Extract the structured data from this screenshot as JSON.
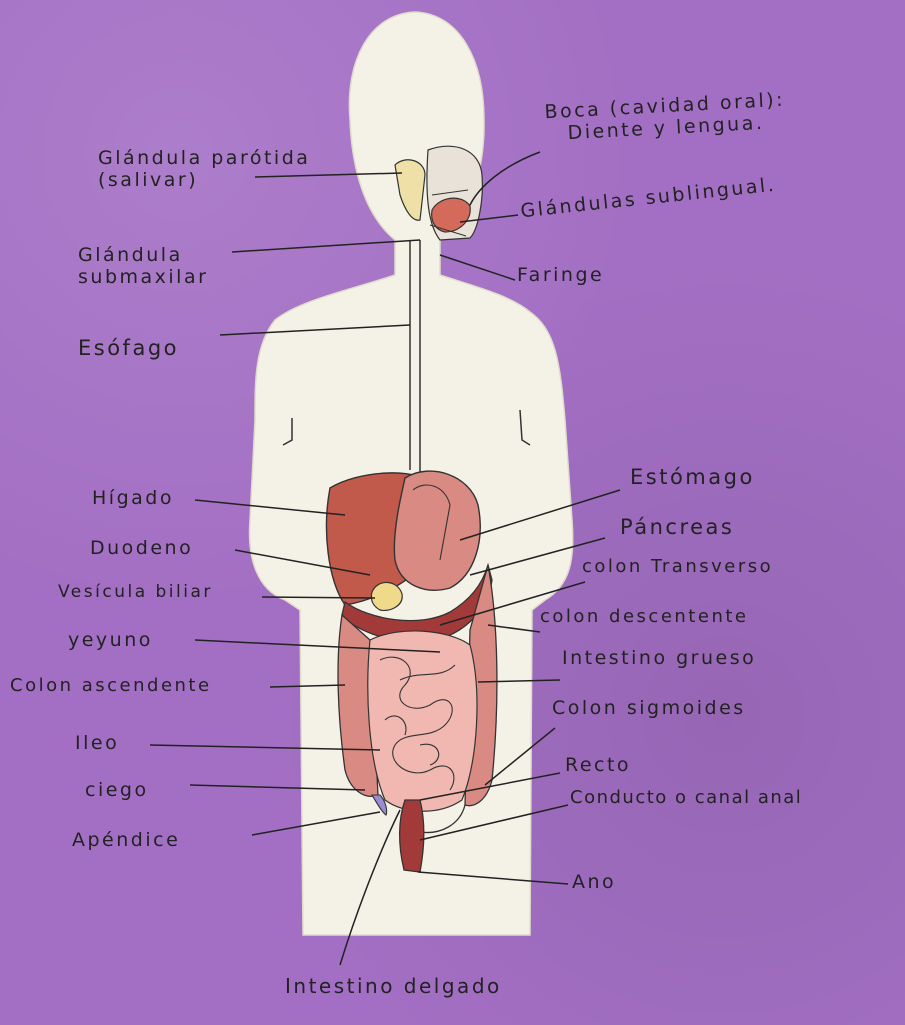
{
  "colors": {
    "background": "#a36fc4",
    "body": "#f4f1e6",
    "liver": "#c25a4c",
    "stomach": "#d98a82",
    "intestine": "#f0b8b0",
    "colon": "#a33a3a",
    "ink": "#222222"
  },
  "labels": {
    "parotida": [
      "Glándula parótida",
      "(salivar)"
    ],
    "boca": [
      "Boca (cavidad oral):",
      "Diente y lengua."
    ],
    "sublingual": "Glándulas sublingual.",
    "submaxilar": [
      "Glándula",
      "submaxilar"
    ],
    "faringe": "Faringe",
    "esofago": "Esófago",
    "higado": "Hígado",
    "estomago": "Estómago",
    "duodeno": "Duodeno",
    "pancreas": "Páncreas",
    "vesicula": "Vesícula biliar",
    "colon_transverso": "colon Transverso",
    "colon_descendente": "colon descentente",
    "yeyuno": "yeyuno",
    "intestino_grueso": "Intestino grueso",
    "colon_ascendente": "Colon ascendente",
    "colon_sigmoides": "Colon sigmoides",
    "ileo": "Ileo",
    "recto": "Recto",
    "ciego": "ciego",
    "conducto": "Conducto o canal anal",
    "apendice": "Apéndice",
    "ano": "Ano",
    "intestino_delgado": "Intestino delgado"
  }
}
